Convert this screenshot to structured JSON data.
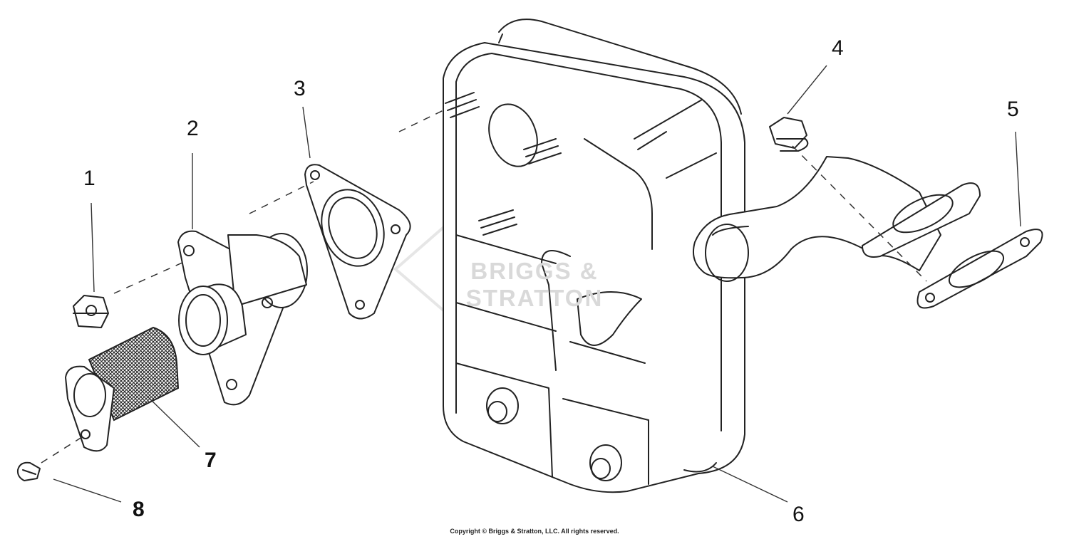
{
  "callouts": [
    {
      "id": "1",
      "text": "1"
    },
    {
      "id": "2",
      "text": "2"
    },
    {
      "id": "3",
      "text": "3"
    },
    {
      "id": "4",
      "text": "4"
    },
    {
      "id": "5",
      "text": "5"
    },
    {
      "id": "6",
      "text": "6"
    },
    {
      "id": "7",
      "text": "7"
    },
    {
      "id": "8",
      "text": "8"
    }
  ],
  "watermark": "BRIGGS & STRATTON",
  "copyright": "Copyright © Briggs & Stratton, LLC. All rights reserved."
}
